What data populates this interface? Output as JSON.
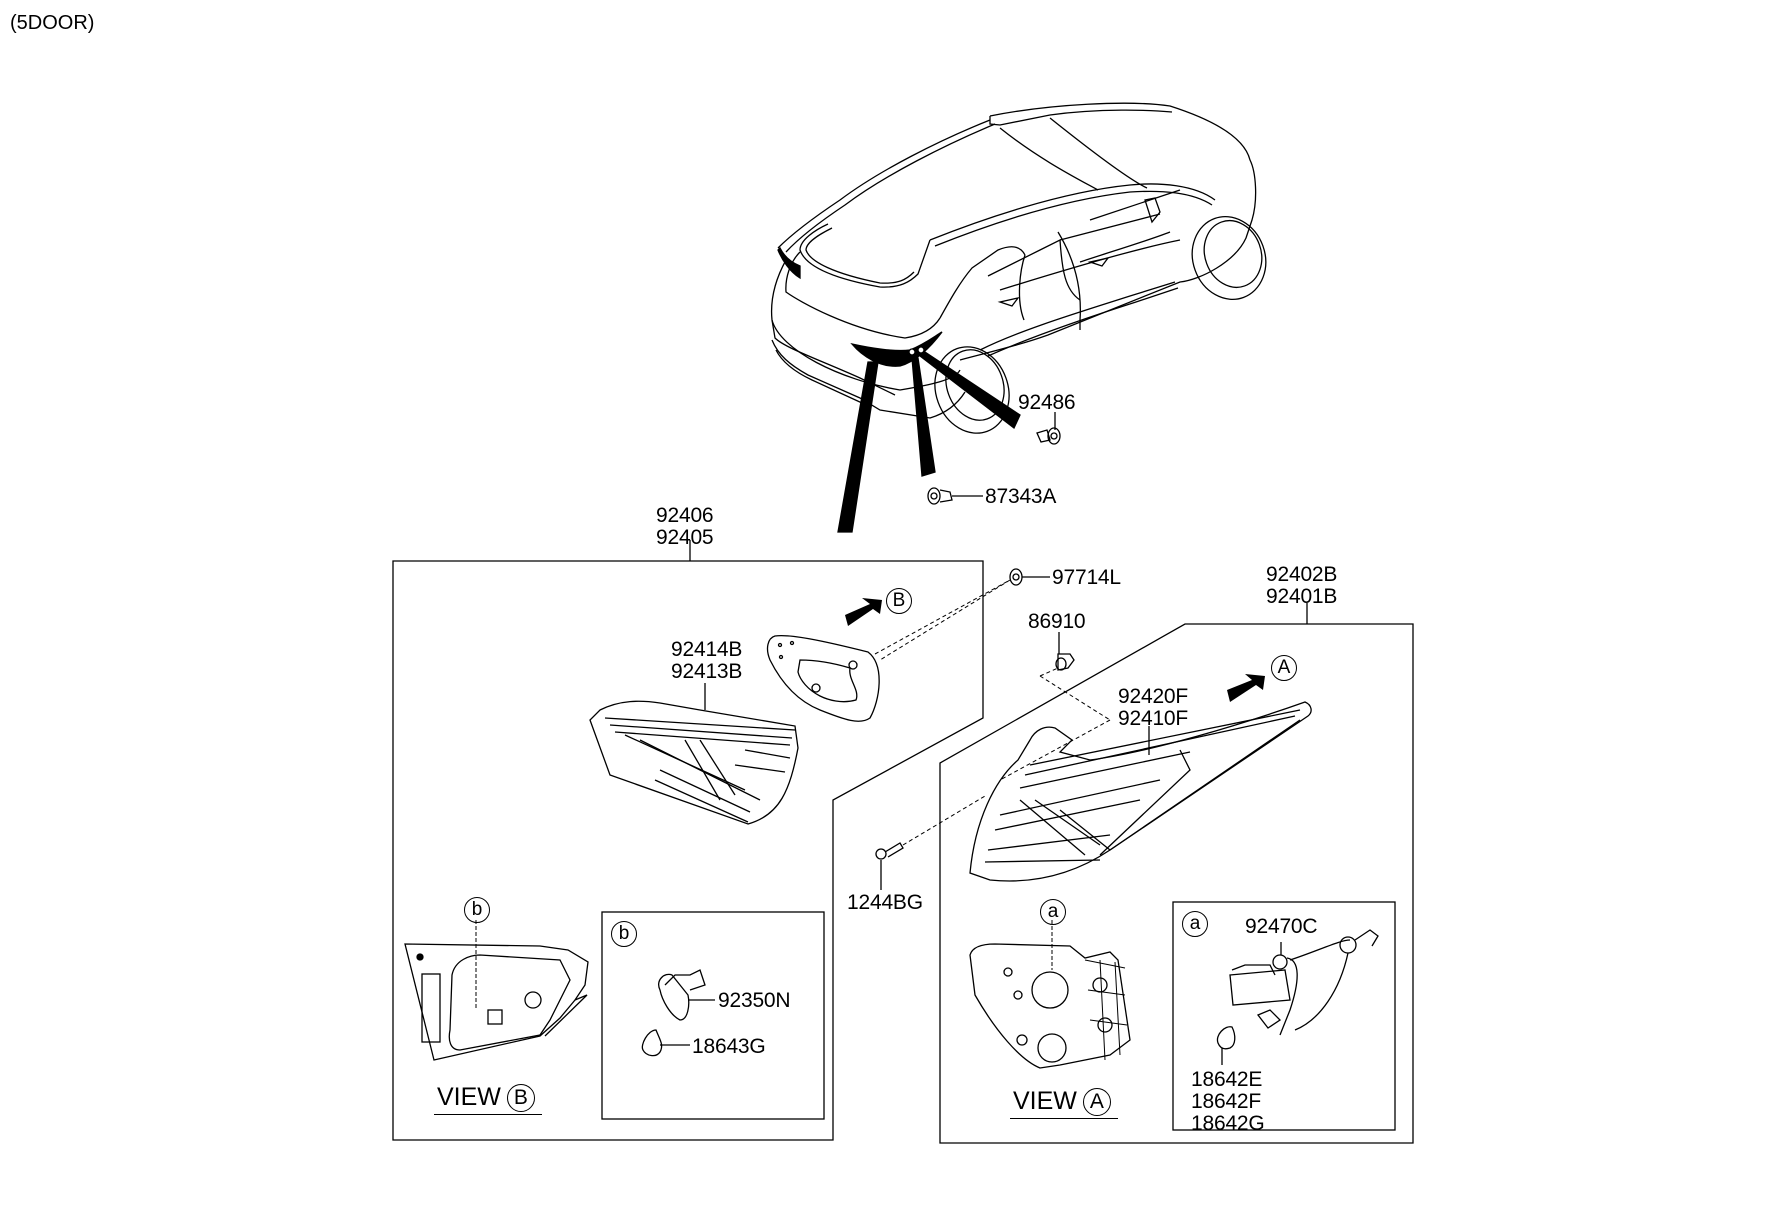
{
  "diagram": {
    "title": "(5DOOR)",
    "type": "exploded parts diagram - rear combination lamp",
    "callouts": {
      "p92486": "92486",
      "p87343A": "87343A",
      "p97714L": "97714L",
      "p86910": "86910",
      "p1244BG": "1244BG",
      "inner_lamp_assy": [
        "92406",
        "92405"
      ],
      "inner_lamp_lens": [
        "92414B",
        "92413B"
      ],
      "outer_lamp_assy": [
        "92402B",
        "92401B"
      ],
      "outer_lamp_lens": [
        "92420F",
        "92410F"
      ],
      "p92350N": "92350N",
      "p18643G": "18643G",
      "p92470C": "92470C",
      "bulbs_a": [
        "18642E",
        "18642F",
        "18642G"
      ]
    },
    "markers": {
      "view_A_marker": "A",
      "view_B_marker": "B",
      "detail_a": "a",
      "detail_b": "b"
    },
    "views": {
      "view_A_label": "VIEW",
      "view_A_letter": "A",
      "view_B_label": "VIEW",
      "view_B_letter": "B"
    }
  }
}
